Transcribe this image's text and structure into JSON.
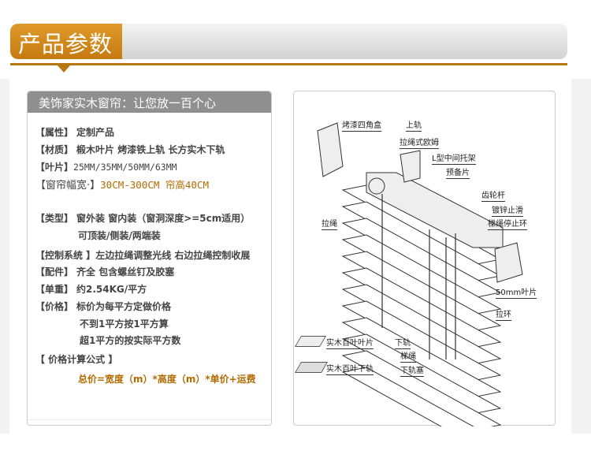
{
  "header": {
    "title": "产品参数"
  },
  "left_panel": {
    "title": "美饰家实木窗帘：让您放一百个心",
    "rows": [
      {
        "key": "【属性】",
        "value": "定制产品"
      },
      {
        "key": "【材质】",
        "value": "椴木叶片  烤漆铁上轨 长方实木下轨"
      },
      {
        "key": "【叶片】",
        "value": "25MM/35MM/50MM/63MM"
      },
      {
        "key": "【窗帘幅宽·】",
        "value": "30CM-300CM 帘高40CM"
      },
      {
        "key": "【类型】",
        "value": "窗外装 窗内装（窗洞深度>=5cm适用）",
        "value2": "可顶装/侧装/两端装"
      },
      {
        "key": "【控制系统 】",
        "value": "左边拉绳调整光线 右边拉绳控制收展"
      },
      {
        "key": "【配件】",
        "value": "齐全 包含螺丝钉及胶塞"
      },
      {
        "key": "【单重】",
        "value": "约2.54KG/平方"
      },
      {
        "key": "【价格】",
        "value": "标价为每平方定做价格",
        "value2": "不到1平方按1平方算",
        "value3": "超1平方的按实际平方数"
      },
      {
        "key": "【 价格计算公式 】",
        "formula": "总价=宽度（m）*高度（m）*单价+运费"
      }
    ]
  },
  "diagram": {
    "labels": [
      "烤漆四角盒",
      "上轨",
      "拉绳式欧姆",
      "L型中间托架",
      "预备片",
      "齿轮杆",
      "镀锌止滑",
      "梯绳停止环",
      "拉绳",
      "50mm叶片",
      "拉环",
      "实木百叶叶片",
      "下轨",
      "梯绳",
      "实木百叶下轨",
      "下轨塞"
    ]
  },
  "colors": {
    "accent": "#c57a10",
    "title_bar": "#8f8f8f",
    "highlight": "#b36b00"
  }
}
